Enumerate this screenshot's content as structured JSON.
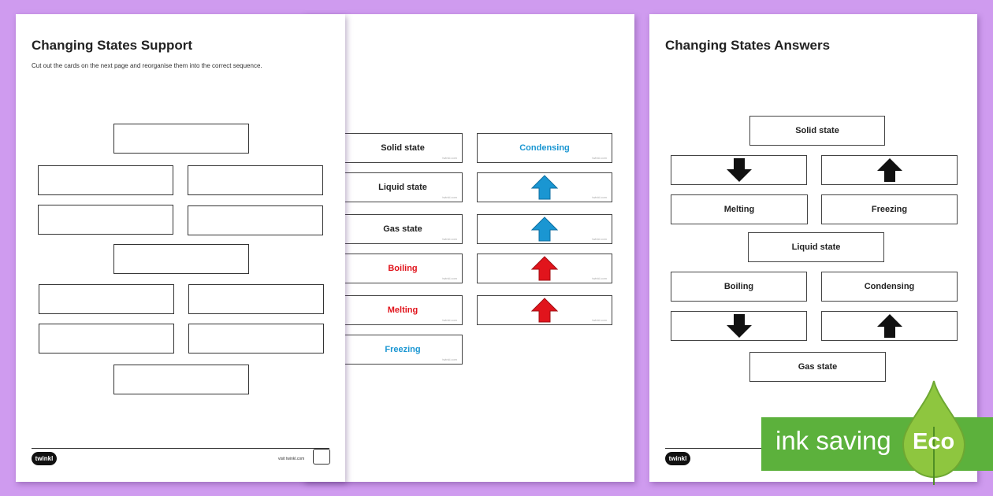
{
  "sheet1": {
    "title": "Changing States Support",
    "instruction": "Cut out the cards on the next page and reorganise them into the correct sequence.",
    "visit_text": "visit twinkl.com",
    "logo_text": "twinkl"
  },
  "sheet2": {
    "left_cards": [
      {
        "label": "Solid state",
        "color": "#222222"
      },
      {
        "label": "Liquid state",
        "color": "#222222"
      },
      {
        "label": "Gas state",
        "color": "#222222"
      },
      {
        "label": "Boiling",
        "color": "#e1141c"
      },
      {
        "label": "Melting",
        "color": "#e1141c"
      },
      {
        "label": "Freezing",
        "color": "#1a96d2"
      }
    ],
    "right_cards": [
      {
        "label": "Condensing",
        "color": "#1a96d2"
      },
      {
        "icon": "blue-up-arrow-icon",
        "color": "#1a96d2"
      },
      {
        "icon": "blue-up-arrow-icon",
        "color": "#1a96d2"
      },
      {
        "icon": "red-up-arrow-icon",
        "color": "#e1141c"
      },
      {
        "icon": "red-up-arrow-icon",
        "color": "#e1141c"
      }
    ],
    "card_footer": "twinkl.com"
  },
  "sheet3": {
    "title": "Changing States Answers",
    "solid": "Solid state",
    "melting": "Melting",
    "freezing": "Freezing",
    "liquid": "Liquid state",
    "boiling": "Boiling",
    "condensing": "Condensing",
    "gas": "Gas state",
    "logo_text": "twinkl"
  },
  "eco": {
    "banner_text": "ink saving",
    "badge_text": "Eco",
    "color": "#5cb13c"
  }
}
